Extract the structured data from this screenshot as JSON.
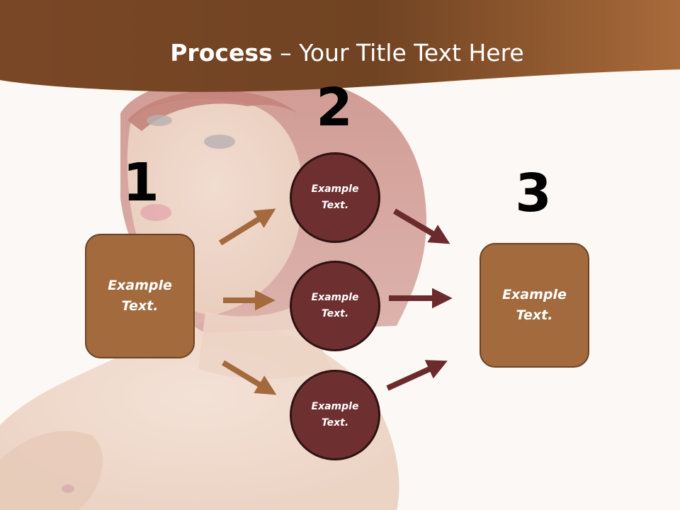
{
  "title": {
    "bold": "Process",
    "rest": " – Your Title Text Here"
  },
  "steps": {
    "one": "1",
    "two": "2",
    "three": "3"
  },
  "left_box": {
    "text": "Example Text."
  },
  "right_box": {
    "text": "Example Text."
  },
  "circles": [
    {
      "text": "Example Text."
    },
    {
      "text": "Example Text."
    },
    {
      "text": "Example Text."
    }
  ],
  "colors": {
    "header": "#7a4a26",
    "box_fill": "#a36a3d",
    "box_border": "#6b4324",
    "circle_fill": "#6e2f30",
    "circle_border": "#2e1212",
    "arrow_left": "#a36a3d",
    "arrow_right": "#6b2b2c"
  }
}
